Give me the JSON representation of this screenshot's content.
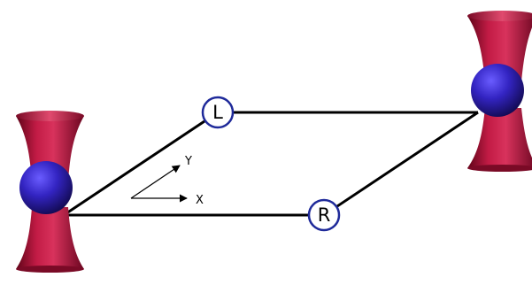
{
  "diagram": {
    "nodes": {
      "left": {
        "label": "L"
      },
      "right": {
        "label": "R"
      }
    },
    "axes": {
      "x_label": "X",
      "y_label": "Y"
    },
    "objects": [
      {
        "name": "left-mirror-trap",
        "icon": "hourglass-trap-with-sphere"
      },
      {
        "name": "right-mirror-trap",
        "icon": "hourglass-trap-with-sphere"
      }
    ]
  },
  "colors": {
    "line": "#000000",
    "node_border": "#1f2a9a",
    "node_fill": "#ffffff",
    "trap_red": "#b8163e",
    "trap_red_dark": "#6e0620",
    "sphere_blue": "#3a2cc0",
    "sphere_dark": "#120a55"
  }
}
